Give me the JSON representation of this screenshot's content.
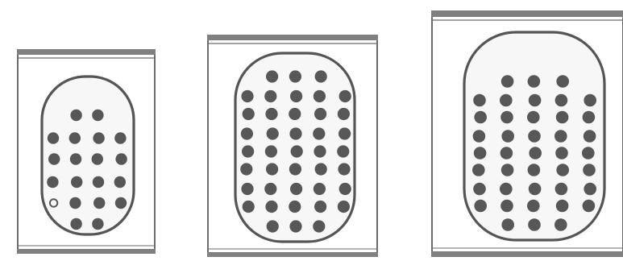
{
  "figure": {
    "panels": [
      {
        "id": "small",
        "dot_rows": [
          {
            "cols": [
              1,
              2
            ],
            "count": 2
          },
          {
            "cols": [
              0,
              1,
              2,
              3
            ],
            "count": 4
          },
          {
            "cols": [
              0,
              1,
              2,
              3
            ],
            "count": 4
          },
          {
            "cols": [
              0,
              1,
              2,
              3
            ],
            "count": 4
          },
          {
            "cols": [
              0,
              1,
              2,
              3
            ],
            "count": 4
          },
          {
            "cols": [
              1,
              2
            ],
            "count": 2
          }
        ],
        "dot_count": 20,
        "hollow_dot": {
          "row": 4,
          "col": 0
        }
      },
      {
        "id": "medium",
        "dot_rows": [
          {
            "cols": [
              1,
              2,
              3
            ]
          },
          {
            "cols": [
              0,
              1,
              2,
              3,
              4
            ]
          },
          {
            "cols": [
              0,
              1,
              2,
              3,
              4
            ]
          },
          {
            "cols": [
              0,
              1,
              2,
              3,
              4
            ]
          },
          {
            "cols": [
              0,
              1,
              2,
              3,
              4
            ]
          },
          {
            "cols": [
              0,
              1,
              2,
              3,
              4
            ]
          },
          {
            "cols": [
              0,
              1,
              2,
              3,
              4
            ]
          },
          {
            "cols": [
              0,
              1,
              2,
              3,
              4
            ]
          },
          {
            "cols": [
              1,
              2,
              3
            ]
          }
        ],
        "dot_count": 41
      },
      {
        "id": "large",
        "dot_rows": [
          {
            "cols": [
              1,
              2,
              3
            ]
          },
          {
            "cols": [
              0,
              1,
              2,
              3,
              4
            ]
          },
          {
            "cols": [
              0,
              1,
              2,
              3,
              4
            ]
          },
          {
            "cols": [
              0,
              1,
              2,
              3,
              4
            ]
          },
          {
            "cols": [
              0,
              1,
              2,
              3,
              4
            ]
          },
          {
            "cols": [
              0,
              1,
              2,
              3,
              4
            ]
          },
          {
            "cols": [
              0,
              1,
              2,
              3,
              4
            ]
          },
          {
            "cols": [
              0,
              1,
              2,
              3,
              4
            ]
          },
          {
            "cols": [
              1,
              2,
              3
            ]
          }
        ],
        "dot_count": 41
      }
    ],
    "colors": {
      "background": "#ffffff",
      "ink": "#555555",
      "frame": "#6b6b6b",
      "band": "#808080",
      "capsule_fill": "#f7f7f7",
      "dot": "#575757"
    }
  }
}
